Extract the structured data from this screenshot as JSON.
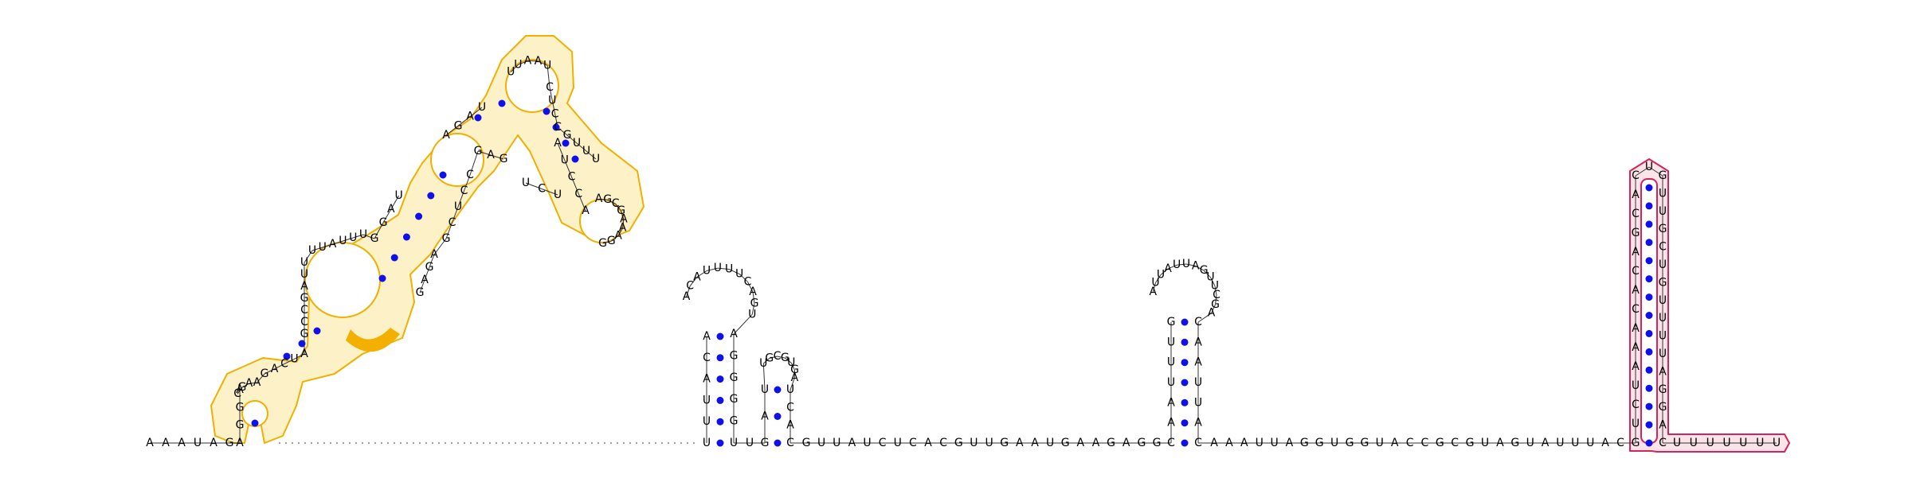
{
  "colors": {
    "pair_dot": "#1010e8",
    "highlight_yellow": "#f0b000",
    "highlight_orange": "#f4b000",
    "highlight_pink": "#d4245a"
  },
  "structure": {
    "tail5": "AAAUAG",
    "h1": {
      "five": "AGGACGAAGACUAGCCGAUUUUAUUUGGAU",
      "three": "AGAUUUAAUCUCCGUUUAGCGAAAGGACCUAUCUGAGCCUCGAGAG"
    },
    "h2": {
      "stem5": "UUUACA",
      "loop": "ACAUUUUCAGU",
      "stem3": "AGGGGU",
      "spacer": "U",
      "stem5b": "GAU",
      "loop2": "UGCGUGA",
      "stem3b": "UCAC"
    },
    "link": "GUUAUCUCACGUUGAAUGAAGAGG",
    "h3": {
      "stem5": "CAAUUUG",
      "loop": "AUUAUUAGUUCGA",
      "stem3": "CAAUUAC"
    },
    "link2": "AAAUUAGGUGGUACCGCGUAGUAUUUAC",
    "h4": {
      "stem5": "GUCUAAACACAGCAC",
      "loop": "U",
      "stem3": "GUUGCUGUUUUAGGAC"
    },
    "tail3": "UUUUUUU"
  }
}
